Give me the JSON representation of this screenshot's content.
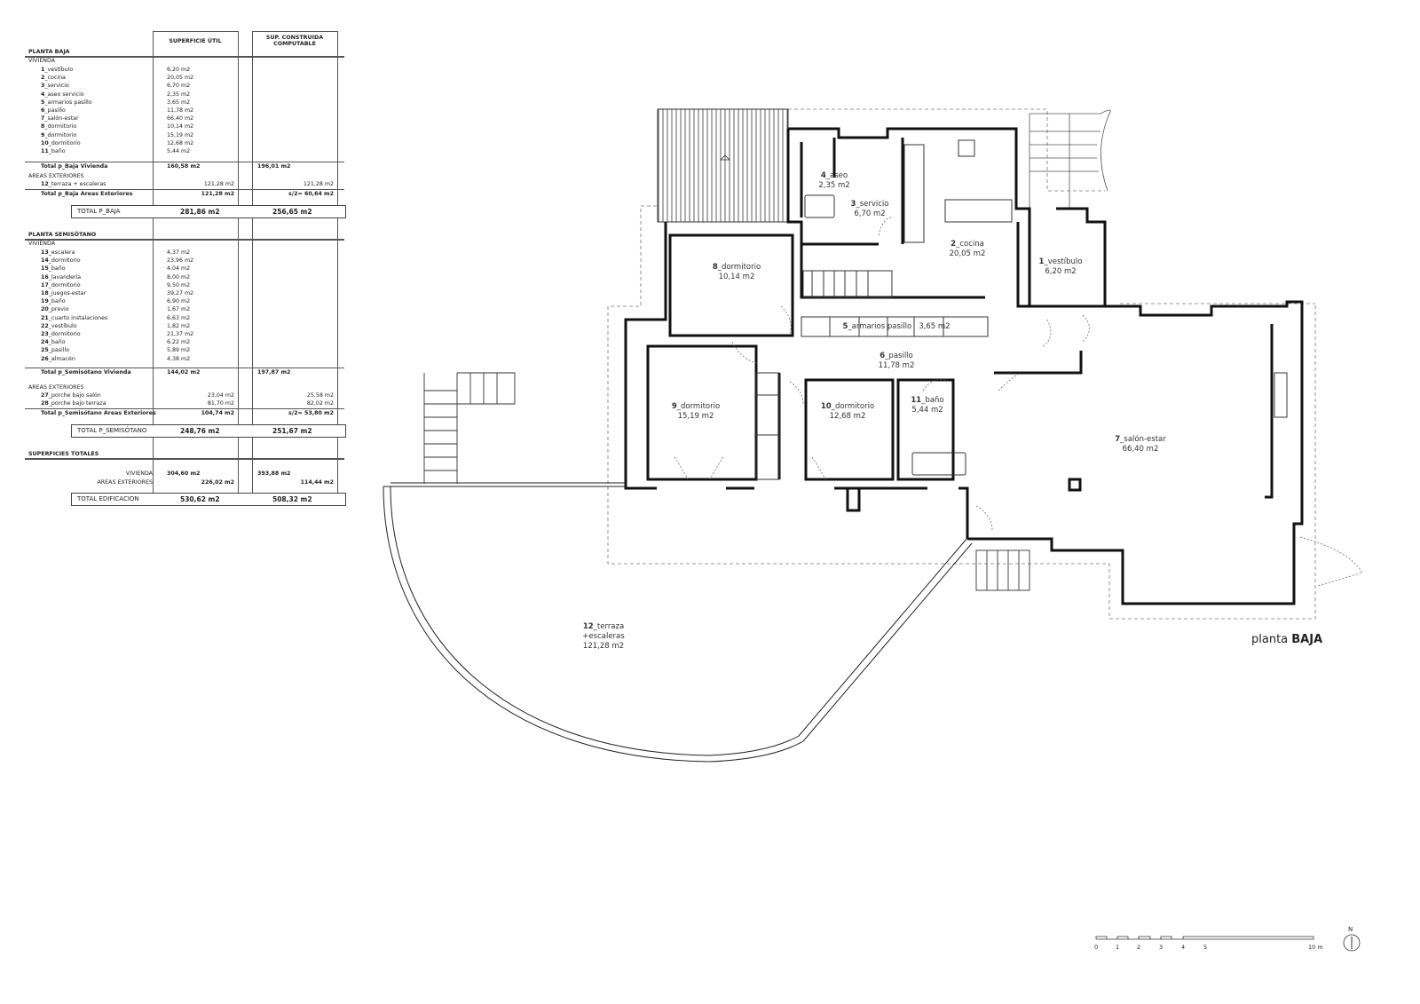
{
  "table": {
    "col_util": "SUPERFICIE ÚTIL",
    "col_construida_1": "SUP. CONSTRUIDA",
    "col_construida_2": "COMPUTABLE",
    "planta_baja": {
      "heading": "PLANTA BAJA",
      "vivienda_label": "VIVIENDA",
      "items": [
        {
          "num": "1",
          "name": "_vestíbulo",
          "util": "6,20 m2"
        },
        {
          "num": "2",
          "name": "_cocina",
          "util": "20,05 m2"
        },
        {
          "num": "3",
          "name": "_servicio",
          "util": "6,70 m2"
        },
        {
          "num": "4",
          "name": "_aseo servicio",
          "util": "2,35 m2"
        },
        {
          "num": "5",
          "name": "_armarios pasillo",
          "util": "3,65 m2"
        },
        {
          "num": "6",
          "name": "_pasillo",
          "util": "11,78 m2"
        },
        {
          "num": "7",
          "name": "_salón-estar",
          "util": "66,40 m2"
        },
        {
          "num": "8",
          "name": "_dormitorio",
          "util": "10,14 m2"
        },
        {
          "num": "9",
          "name": "_dormitorio",
          "util": "15,19 m2"
        },
        {
          "num": "10",
          "name": "_dormitorio",
          "util": "12,68 m2"
        },
        {
          "num": "11",
          "name": "_baño",
          "util": "5,44 m2"
        }
      ],
      "total_vivienda": {
        "label": "Total  p_Baja Vivienda",
        "util": "160,58 m2",
        "construida": "196,01 m2"
      },
      "exteriores_label": "AREAS EXTERIORES",
      "exteriores": [
        {
          "num": "12",
          "name": "_terraza + escaleras",
          "util": "121,28 m2",
          "construida": "121,28 m2"
        }
      ],
      "total_exteriores": {
        "label": "Total  p_Baja Areas Exteriores",
        "util": "121,28 m2",
        "construida": "s/2= 60,64 m2"
      },
      "total": {
        "label": "TOTAL P_BAJA",
        "util": "281,86 m2",
        "construida": "256,65 m2"
      }
    },
    "planta_semisotano": {
      "heading": "PLANTA SEMISÓTANO",
      "vivienda_label": "VIVIENDA",
      "items": [
        {
          "num": "13",
          "name": "_escalera",
          "util": "4,37 m2"
        },
        {
          "num": "14",
          "name": "_dormitorio",
          "util": "23,96 m2"
        },
        {
          "num": "15",
          "name": "_baño",
          "util": "4,04 m2"
        },
        {
          "num": "16",
          "name": "_lavandería",
          "util": "8,00 m2"
        },
        {
          "num": "17",
          "name": "_dormitorio",
          "util": "9,50 m2"
        },
        {
          "num": "18",
          "name": "_juegos-estar",
          "util": "39,27 m2"
        },
        {
          "num": "19",
          "name": "_baño",
          "util": "6,90 m2"
        },
        {
          "num": "20",
          "name": "_previo",
          "util": "1,67 m2"
        },
        {
          "num": "21",
          "name": "_cuarto instalaciones",
          "util": "6,63 m2"
        },
        {
          "num": "22",
          "name": "_vestíbulo",
          "util": "1,82 m2"
        },
        {
          "num": "23",
          "name": "_dormitorio",
          "util": "21,37 m2"
        },
        {
          "num": "24",
          "name": "_baño",
          "util": "6,22 m2"
        },
        {
          "num": "25",
          "name": "_pasillo",
          "util": "5,89 m2"
        },
        {
          "num": "26",
          "name": "_almacén",
          "util": "4,38 m2"
        }
      ],
      "total_vivienda": {
        "label": "Total  p_Semisótano Vivienda",
        "util": "144,02 m2",
        "construida": "197,87 m2"
      },
      "exteriores_label": "AREAS EXTERIORES",
      "exteriores": [
        {
          "num": "27",
          "name": "_porche bajo salón",
          "util": "23,04 m2",
          "construida": "25,58 m2"
        },
        {
          "num": "28",
          "name": "_porche bajo terraza",
          "util": "81,70 m2",
          "construida": "82,02 m2"
        }
      ],
      "total_exteriores": {
        "label": "Total  p_Semisótano Areas Exteriores",
        "util": "104,74 m2",
        "construida": "s/2= 53,80 m2"
      },
      "total": {
        "label": "TOTAL P_SEMISÓTANO",
        "util": "248,76 m2",
        "construida": "251,67 m2"
      }
    },
    "totales": {
      "heading": "SUPERFICIES TOTALES",
      "vivienda": {
        "label": "VIVIENDA",
        "util": "304,60 m2",
        "construida": "393,88 m2"
      },
      "exteriores": {
        "label": "AREAS EXTERIORES",
        "util": "226,02 m2",
        "construida": "114,44 m2"
      },
      "total": {
        "label": "TOTAL EDIFICACION",
        "util": "530,62 m2",
        "construida": "508,32 m2"
      }
    }
  },
  "plan": {
    "title_prefix": "planta ",
    "title_bold": "BAJA",
    "rooms": [
      {
        "num": "1",
        "name": "_vestíbulo",
        "area": "6,20 m2"
      },
      {
        "num": "2",
        "name": "_cocina",
        "area": "20,05 m2"
      },
      {
        "num": "3",
        "name": "_servicio",
        "area": "6,70 m2"
      },
      {
        "num": "4",
        "name": "_aseo",
        "area": "2,35 m2"
      },
      {
        "num": "5",
        "name": "_armarios pasillo",
        "area": "3,65 m2"
      },
      {
        "num": "6",
        "name": "_pasillo",
        "area": "11,78 m2"
      },
      {
        "num": "7",
        "name": "_salón-estar",
        "area": "66,40 m2"
      },
      {
        "num": "8",
        "name": "_dormitorio",
        "area": "10,14 m2"
      },
      {
        "num": "9",
        "name": "_dormitorio",
        "area": "15,19 m2"
      },
      {
        "num": "10",
        "name": "_dormitorio",
        "area": "12,68 m2"
      },
      {
        "num": "11",
        "name": "_baño",
        "area": "5,44 m2"
      },
      {
        "num": "12",
        "name": "_terraza",
        "name2": "+escaleras",
        "area": "121,28 m2"
      }
    ],
    "scale": {
      "ticks": [
        "0",
        "1",
        "2",
        "3",
        "4",
        "5"
      ],
      "end": "10 m"
    },
    "north": "N"
  }
}
